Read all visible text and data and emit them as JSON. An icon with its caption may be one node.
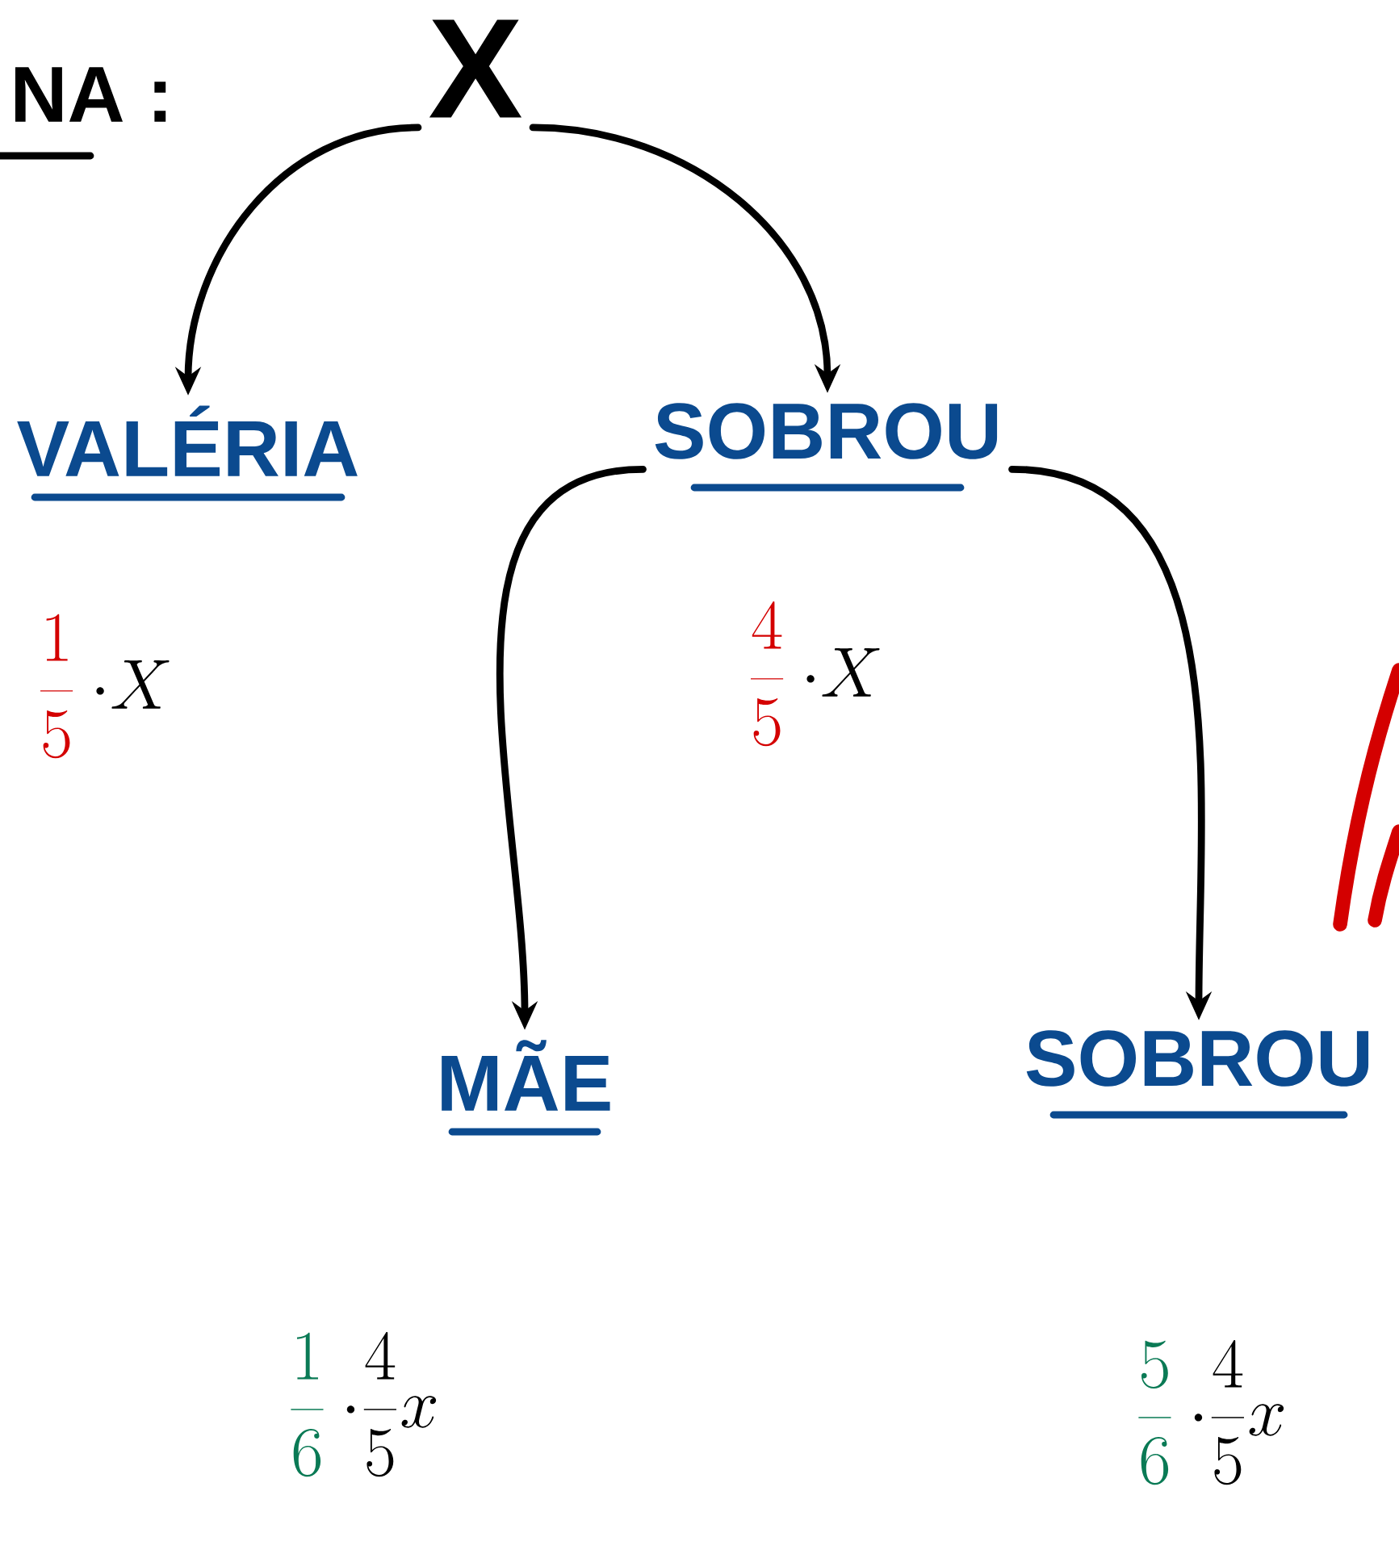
{
  "diagram": {
    "nodes": [
      {
        "text": [
          "X"
        ]
      },
      {
        "text": [
          "VALÉRIA"
        ],
        "beside": [
          "\\frac{1}{5}",
          "\\cdot X"
        ]
      },
      {
        "text": [
          "SOBROU"
        ],
        "beside": [
          "\\frac{4}{5}",
          "\\cdot X"
        ]
      },
      {
        "text": [
          "MÃE"
        ],
        "beside": [
          "\\frac{1}{6}",
          "\\cdot \\frac{4}{5}x"
        ]
      },
      {
        "text": [
          "SOBROU"
        ],
        "beside": [
          "\\frac{5}{6}",
          "\\cdot \\frac{4}{5}x"
        ]
      }
    ],
    "edges": [
      {
        "from": 0,
        "to": 1,
        "arrow": "to"
      },
      {
        "from": 0,
        "to": 2,
        "arrow": "to"
      },
      {
        "from": 2,
        "to": 3,
        "arrow": "to"
      },
      {
        "from": 2,
        "to": 4,
        "arrow": "to"
      }
    ],
    "labels": [
      "NA :"
    ]
  }
}
